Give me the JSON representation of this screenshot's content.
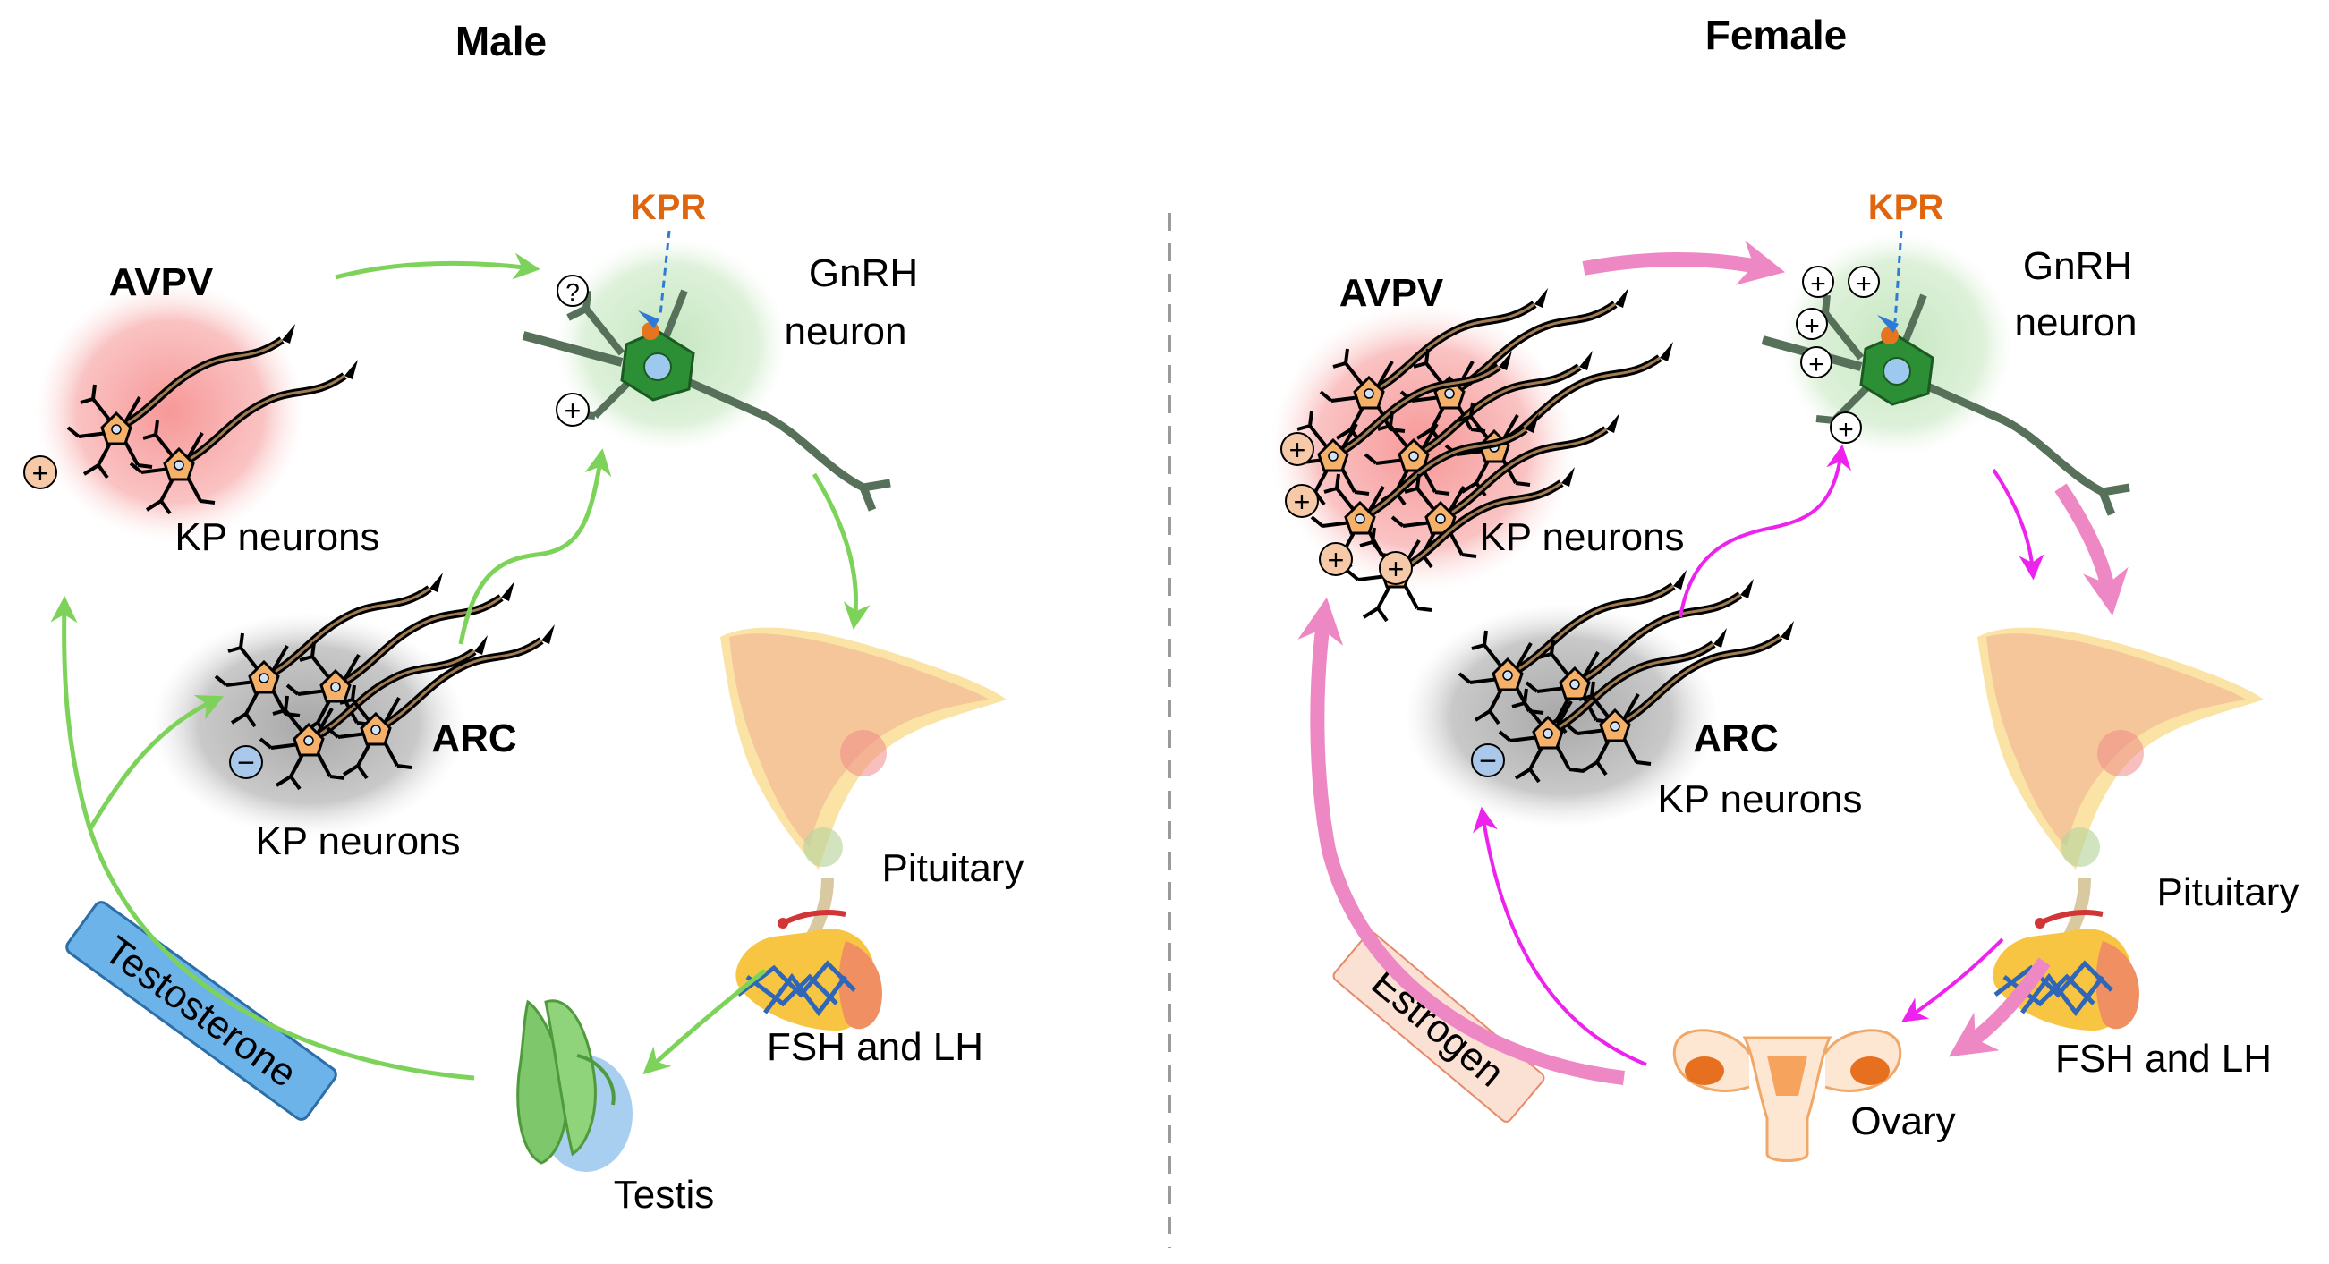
{
  "male": {
    "title": "Male",
    "avpv_label": "AVPV",
    "avpv_neurons_label": "KP neurons",
    "arc_label": "ARC",
    "arc_neurons_label": "KP neurons",
    "kpr_label": "KPR",
    "gnrh_label_line1": "GnRH",
    "gnrh_label_line2": "neuron",
    "pituitary_label": "Pituitary",
    "hormones_label": "FSH and LH",
    "gonad_label": "Testis",
    "steroid_label": "Testosterone",
    "unknown_symbol": "?",
    "plus_symbol": "+",
    "minus_symbol": "−"
  },
  "female": {
    "title": "Female",
    "avpv_label": "AVPV",
    "avpv_neurons_label": "KP neurons",
    "arc_label": "ARC",
    "arc_neurons_label": "KP neurons",
    "kpr_label": "KPR",
    "gnrh_label_line1": "GnRH",
    "gnrh_label_line2": "neuron",
    "pituitary_label": "Pituitary",
    "hormones_label": "FSH and LH",
    "gonad_label": "Ovary",
    "steroid_label": "Estrogen",
    "plus_symbol": "+",
    "minus_symbol": "−"
  },
  "colors": {
    "male_arrow": "#7dd35a",
    "female_thin_arrow": "#ee22ee",
    "female_thick_arrow": "#ee88c4",
    "kpr_text": "#e0650f",
    "testosterone_box": "#6bb3e8",
    "estrogen_box": "#fbe0d4"
  }
}
